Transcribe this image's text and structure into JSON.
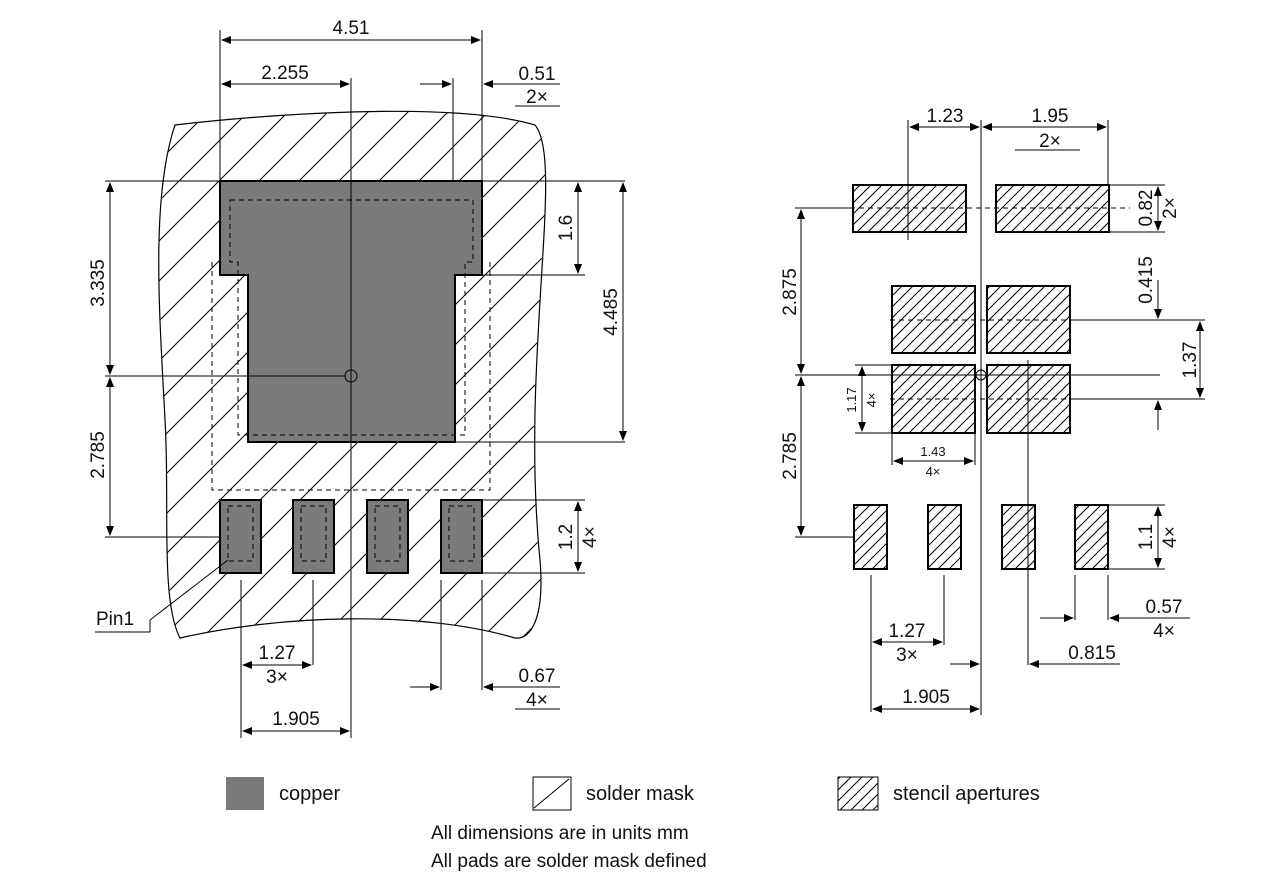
{
  "left_view": {
    "dims": {
      "overall_width": "4.51",
      "half_width": "2.255",
      "gap_a": "0.51",
      "gap_a_count": "2×",
      "top_height": "3.335",
      "tab_height": "1.6",
      "body_height": "4.485",
      "bottom_height": "2.785",
      "pin_height": "1.2",
      "pin_height_count": "4×",
      "pitch": "1.27",
      "pitch_count": "3×",
      "pin_width": "0.67",
      "pin_width_count": "4×",
      "pin_offset": "1.905"
    },
    "pin1_label": "Pin1"
  },
  "right_view": {
    "dims": {
      "top_pad_a": "1.23",
      "top_pad_b": "1.95",
      "top_pad_b_count": "2×",
      "top_pad_h": "0.82",
      "top_pad_h_count": "2×",
      "upper_height": "2.875",
      "gap_b": "0.415",
      "middle_height": "1.37",
      "mid_pad_h": "1.17",
      "mid_pad_h_count": "4×",
      "mid_pad_w": "1.43",
      "mid_pad_w_count": "4×",
      "lower_height": "2.785",
      "pin_h": "1.1",
      "pin_h_count": "4×",
      "pin_w": "0.57",
      "pin_w_count": "4×",
      "pitch": "1.27",
      "pitch_count": "3×",
      "offset_b": "0.815",
      "pin_offset": "1.905"
    }
  },
  "legend": {
    "copper": "copper",
    "solder_mask": "solder mask",
    "stencil": "stencil apertures"
  },
  "notes": {
    "line1": "All dimensions are in units mm",
    "line2": "All pads are solder mask defined"
  },
  "colors": {
    "copper": "#7a7a7a",
    "outline": "#000000",
    "background": "#ffffff"
  }
}
